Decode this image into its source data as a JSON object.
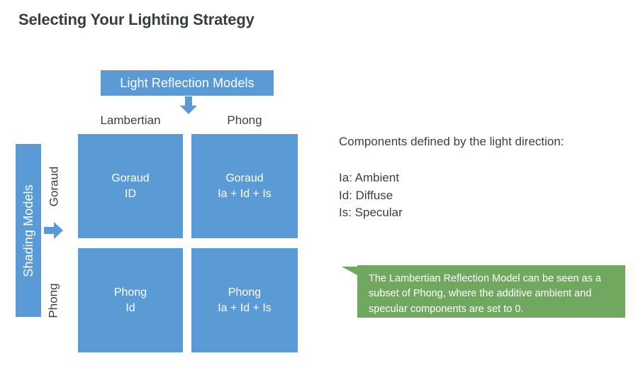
{
  "slide": {
    "title": "Selecting Your Lighting Strategy",
    "background_color": "#ffffff"
  },
  "colors": {
    "blue": "#5b9bd5",
    "green": "#70a860",
    "text_dark": "#3c3f42",
    "text_on_fill": "#ffffff"
  },
  "matrix": {
    "column_axis": {
      "banner_label": "Light Reflection Models",
      "arrow_icon": "arrow-down-icon",
      "labels": [
        "Lambertian",
        "Phong"
      ]
    },
    "row_axis": {
      "banner_label": "Shading Models",
      "arrow_icon": "arrow-right-icon",
      "labels": [
        "Goraud",
        "Phong"
      ]
    },
    "cells": [
      [
        {
          "title": "Goraud",
          "formula": "ID"
        },
        {
          "title": "Goraud",
          "formula": "Ia + Id + Is"
        }
      ],
      [
        {
          "title": "Phong",
          "formula": "Id"
        },
        {
          "title": "Phong",
          "formula": "Ia + Id + Is"
        }
      ]
    ]
  },
  "legend": {
    "heading": "Components defined by the light direction:",
    "items": [
      "Ia: Ambient",
      "Id: Diffuse",
      "Is: Specular"
    ]
  },
  "callout": {
    "text": "The Lambertian Reflection Model can be seen as a subset of Phong, where the additive ambient and specular components are set to 0."
  }
}
